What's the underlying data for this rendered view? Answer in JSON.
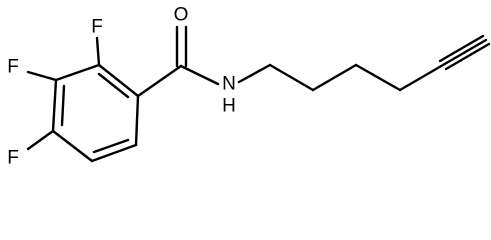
{
  "molecule": {
    "atoms": {
      "carbonyl_oxygen": "O",
      "amide_nitrogen": "N",
      "amide_hydrogen": "H",
      "fluorine_2": "F",
      "fluorine_3": "F",
      "fluorine_4": "F"
    }
  }
}
